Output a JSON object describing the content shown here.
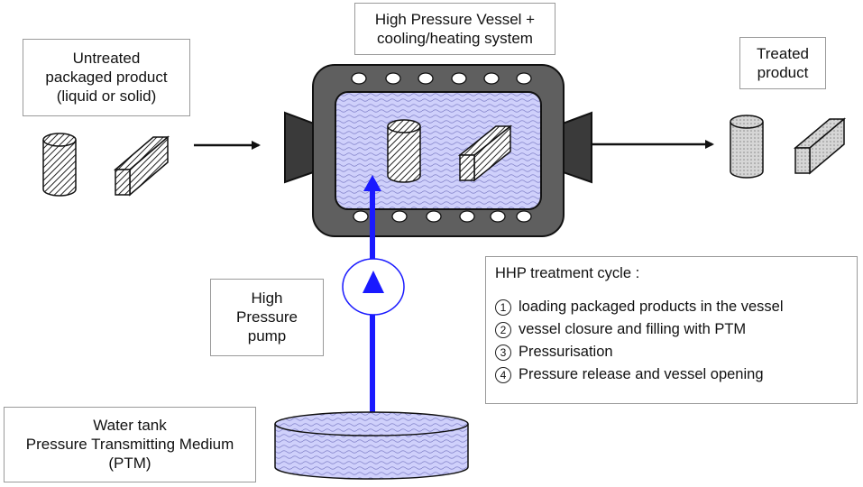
{
  "labels": {
    "untreated": [
      "Untreated",
      "packaged product",
      "(liquid or solid)"
    ],
    "vessel": [
      "High Pressure Vessel +",
      "cooling/heating system"
    ],
    "treated": [
      "Treated",
      "product"
    ],
    "pump": [
      "High",
      "Pressure",
      "pump"
    ],
    "tank": [
      "Water tank",
      "Pressure Transmitting Medium",
      "(PTM)"
    ]
  },
  "cycle": {
    "title": "HHP treatment cycle :",
    "steps": [
      {
        "num": "1",
        "text": "loading packaged products in the vessel"
      },
      {
        "num": "2",
        "text": "vessel closure and filling with PTM"
      },
      {
        "num": "3",
        "text": "Pressurisation"
      },
      {
        "num": "4",
        "text": "Pressure release and vessel opening"
      }
    ]
  },
  "colors": {
    "vessel_body": "#5f5f5f",
    "medium": "#cfd0fb",
    "flow": "#1a1aff",
    "outline": "#111111"
  }
}
